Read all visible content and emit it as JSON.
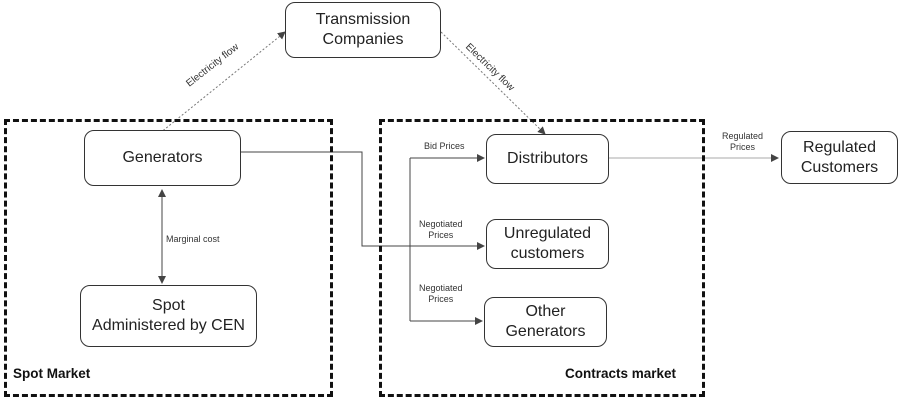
{
  "regions": {
    "spot_market": {
      "title": "Spot Market"
    },
    "contracts_market": {
      "title": "Contracts market"
    }
  },
  "nodes": {
    "transmission": "Transmission\nCompanies",
    "generators": "Generators",
    "spot": "Spot\nAdministered by CEN",
    "distributors": "Distributors",
    "unregulated": "Unregulated\ncustomers",
    "other_generators": "Other\nGenerators",
    "regulated_customers": "Regulated\nCustomers"
  },
  "edge_labels": {
    "electricity_flow_left": "Electricity flow",
    "electricity_flow_right": "Electricity flow",
    "marginal_cost": "Marginal cost",
    "bid_prices": "Bid Prices",
    "negotiated_prices_1": "Negotiated\nPrices",
    "negotiated_prices_2": "Negotiated\nPrices",
    "regulated_prices": "Regulated\nPrices"
  }
}
